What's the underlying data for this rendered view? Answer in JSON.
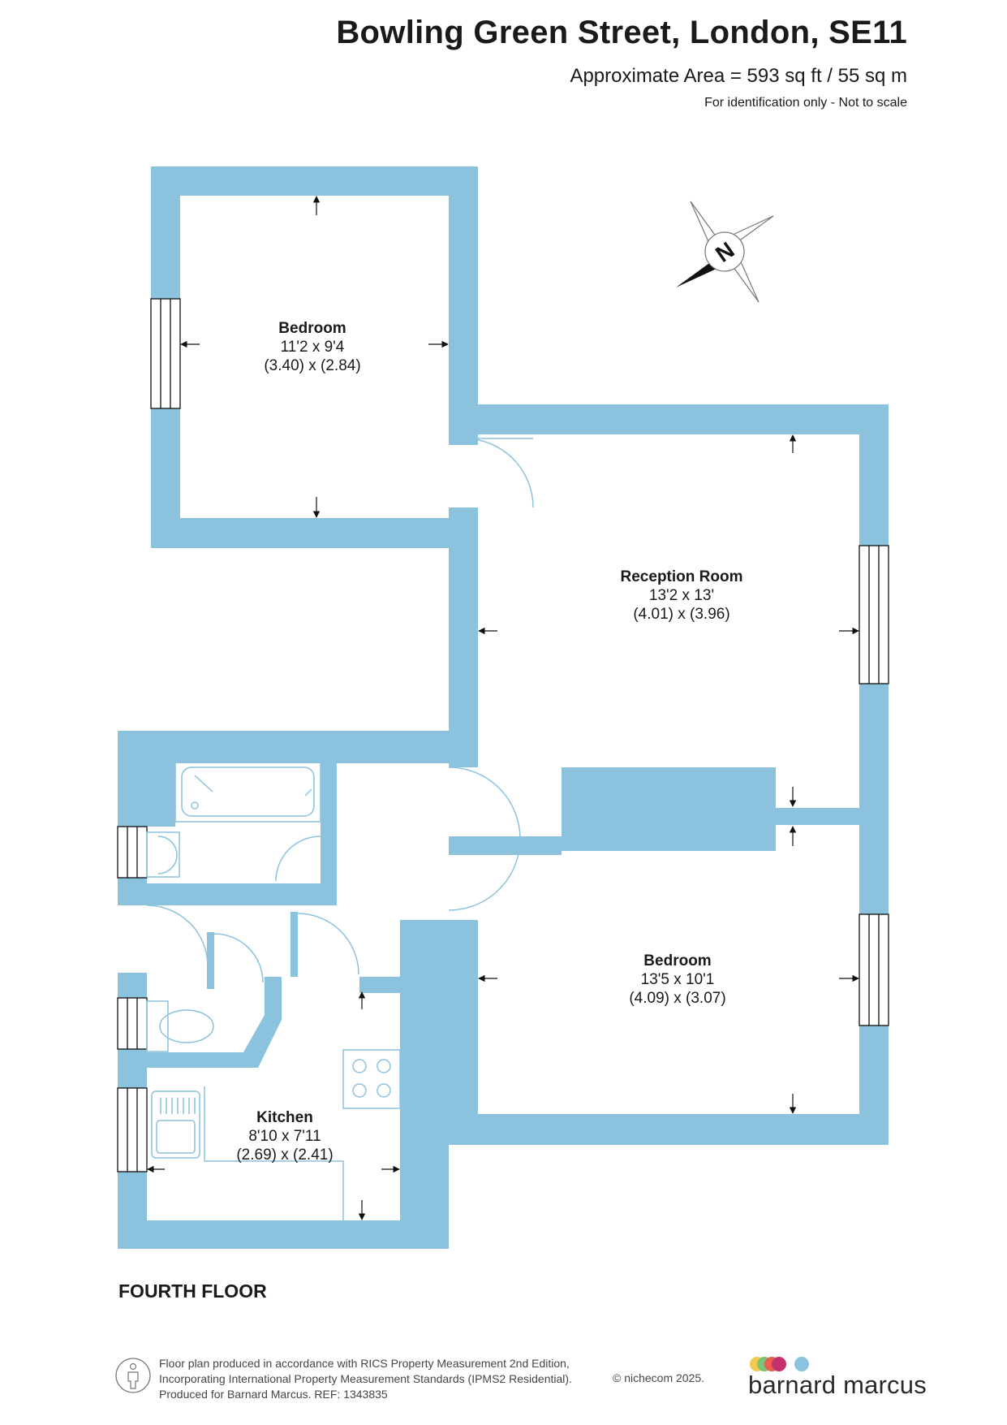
{
  "header": {
    "title": "Bowling Green Street, London, SE11",
    "area": "Approximate Area = 593 sq ft / 55 sq m",
    "note": "For identification only - Not to scale"
  },
  "compass": {
    "label": "N",
    "icon": "north-arrow-icon"
  },
  "rooms": {
    "bedroom1": {
      "name": "Bedroom",
      "imperial": "11'2 x 9'4",
      "metric": "(3.40) x (2.84)"
    },
    "reception": {
      "name": "Reception Room",
      "imperial": "13'2 x 13'",
      "metric": "(4.01) x (3.96)"
    },
    "bedroom2": {
      "name": "Bedroom",
      "imperial": "13'5 x 10'1",
      "metric": "(4.09) x (3.07)"
    },
    "kitchen": {
      "name": "Kitchen",
      "imperial": "8'10 x 7'11",
      "metric": "(2.69) x (2.41)"
    }
  },
  "floor_label": "FOURTH FLOOR",
  "footer": {
    "line1": "Floor plan produced in accordance with RICS Property Measurement 2nd Edition,",
    "line2": "Incorporating International Property Measurement Standards (IPMS2 Residential).",
    "line3": "Produced for Barnard Marcus.   REF:  1343835",
    "copyright": "© nichecom 2025.",
    "icon": "person-icon"
  },
  "brand": {
    "name": "barnard marcus",
    "dot_colors": [
      "#f2c94c",
      "#7cc576",
      "#ea5d4f",
      "#c2306f",
      "#8bc2dd"
    ]
  },
  "colors": {
    "wall": "#8bc2dd",
    "fixture_stroke": "#8bc2dd",
    "text": "#1a1a1a"
  }
}
